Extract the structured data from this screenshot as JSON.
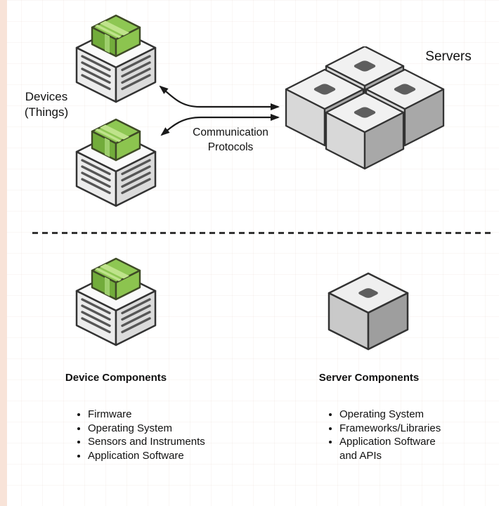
{
  "meta": {
    "description": "IoT devices and servers architecture diagram"
  },
  "top_section": {
    "devices_label": {
      "line1": "Devices",
      "line2": "(Things)"
    },
    "servers_label": "Servers",
    "arrow_label": {
      "line1": "Communication",
      "line2": "Protocols"
    }
  },
  "bottom_section": {
    "device": {
      "heading": "Device Components",
      "items": [
        "Firmware",
        "Operating System",
        "Sensors and Instruments",
        "Application Software"
      ]
    },
    "server": {
      "heading": "Server Components",
      "items": [
        "Operating System",
        "Frameworks/Libraries",
        "Application Software and APIs"
      ]
    }
  },
  "colors": {
    "background": "#ffffff",
    "left_stripe": "#f8e3d8",
    "outline": "#333333",
    "text": "#111111",
    "arrow": "#1a1a1a",
    "device_green_top": "#8ec753",
    "device_green_left": "#72ac3b",
    "device_green_right": "#8cc44f",
    "cube_top": "#fafafa",
    "cube_left": "#ececec",
    "cube_right": "#dbdbdb",
    "server_tile_top": "#f1f1f1",
    "server_tile_left": "#d8d8d8",
    "server_tile_right": "#a8a8a8",
    "server_pad": "#5e5e5e"
  }
}
